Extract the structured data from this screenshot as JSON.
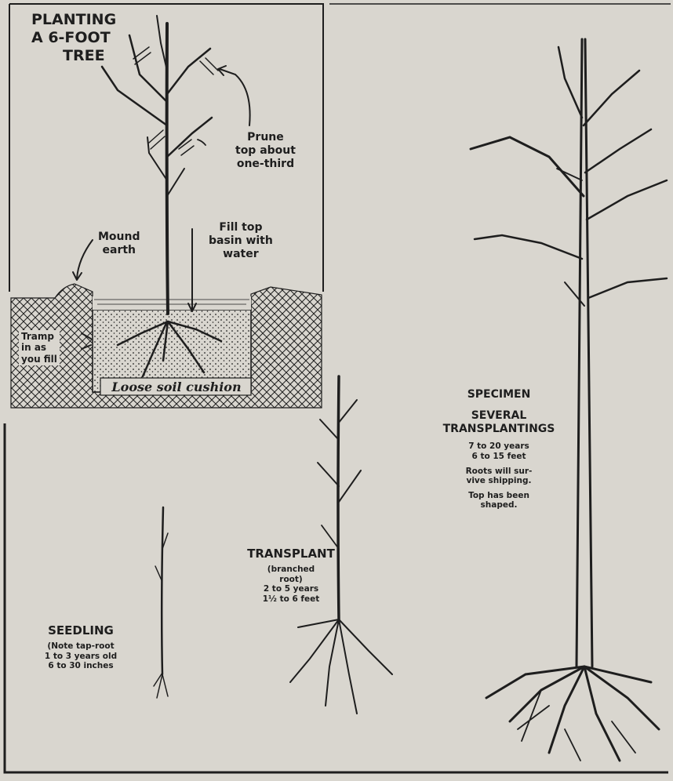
{
  "planting_panel": {
    "title": [
      "PLANTING",
      "A 6-FOOT",
      "TREE"
    ],
    "prune_note": [
      "Prune",
      "top about",
      "one-third"
    ],
    "mound_note": [
      "Mound",
      "earth"
    ],
    "fill_note": [
      "Fill top",
      "basin with",
      "water"
    ],
    "tramp_note": [
      "Tramp",
      "in as",
      "you fill"
    ],
    "soil_label": "Loose soil cushion"
  },
  "seedling": {
    "name": "SEEDLING",
    "lines": [
      "(Note tap-root",
      "1 to 3 years old",
      "6 to 30 inches"
    ]
  },
  "transplant": {
    "name": "TRANSPLANT",
    "lines": [
      "(branched",
      "root)",
      "2 to 5 years",
      "1½ to 6 feet"
    ]
  },
  "specimen": {
    "name": "SPECIMEN",
    "subtitle": [
      "SEVERAL",
      "TRANSPLANTINGS"
    ],
    "lines": [
      "7 to 20 years",
      "6 to 15 feet",
      "Roots will sur-",
      "vive shipping.",
      "Top has been",
      "shaped."
    ]
  },
  "colors": {
    "paper": "#d9d6cf",
    "ink": "#1e1e1e"
  }
}
